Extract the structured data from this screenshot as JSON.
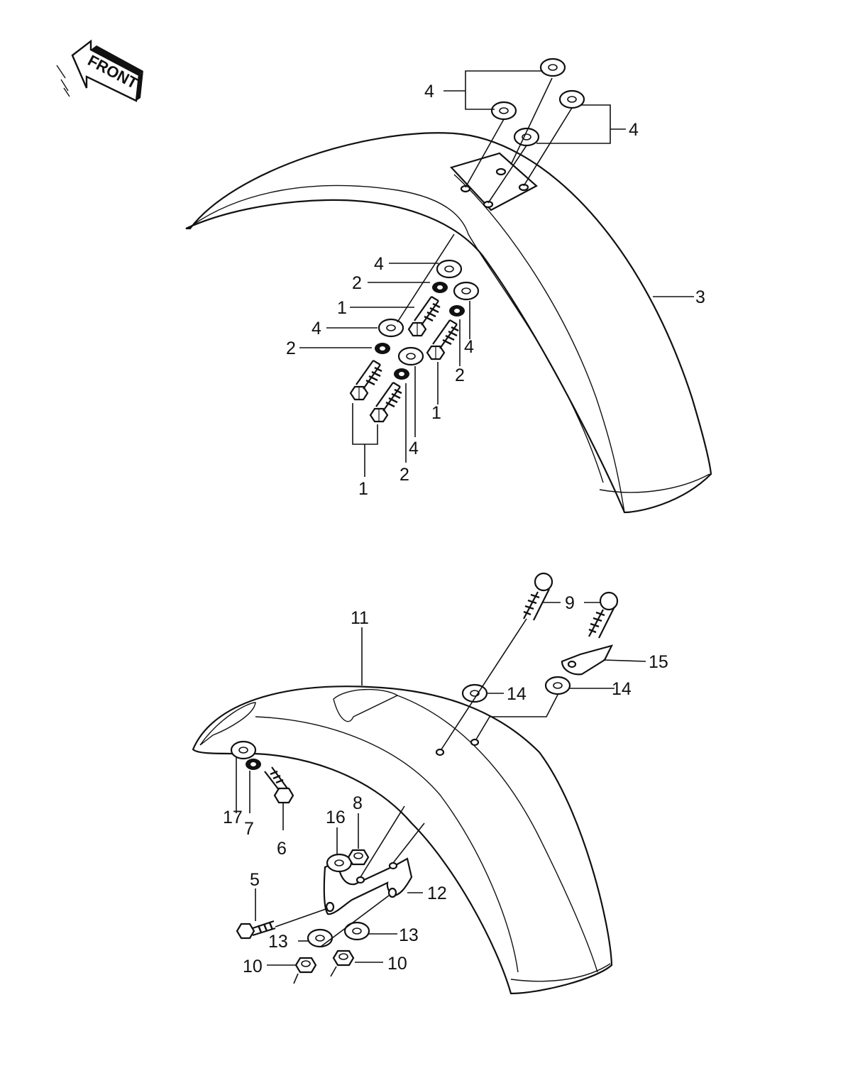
{
  "front_arrow": {
    "label": "FRONT"
  },
  "callouts": {
    "c1a": "1",
    "c1b": "1",
    "c1c": "1",
    "c2a": "2",
    "c2b": "2",
    "c2c": "2",
    "c2d": "2",
    "c3": "3",
    "c4a": "4",
    "c4b": "4",
    "c4c": "4",
    "c4d": "4",
    "c4e": "4",
    "c4f": "4",
    "c5": "5",
    "c6": "6",
    "c7": "7",
    "c8": "8",
    "c9": "9",
    "c10a": "10",
    "c10b": "10",
    "c11": "11",
    "c12": "12",
    "c13a": "13",
    "c13b": "13",
    "c14a": "14",
    "c14b": "14",
    "c15": "15",
    "c16": "16",
    "c17": "17"
  }
}
